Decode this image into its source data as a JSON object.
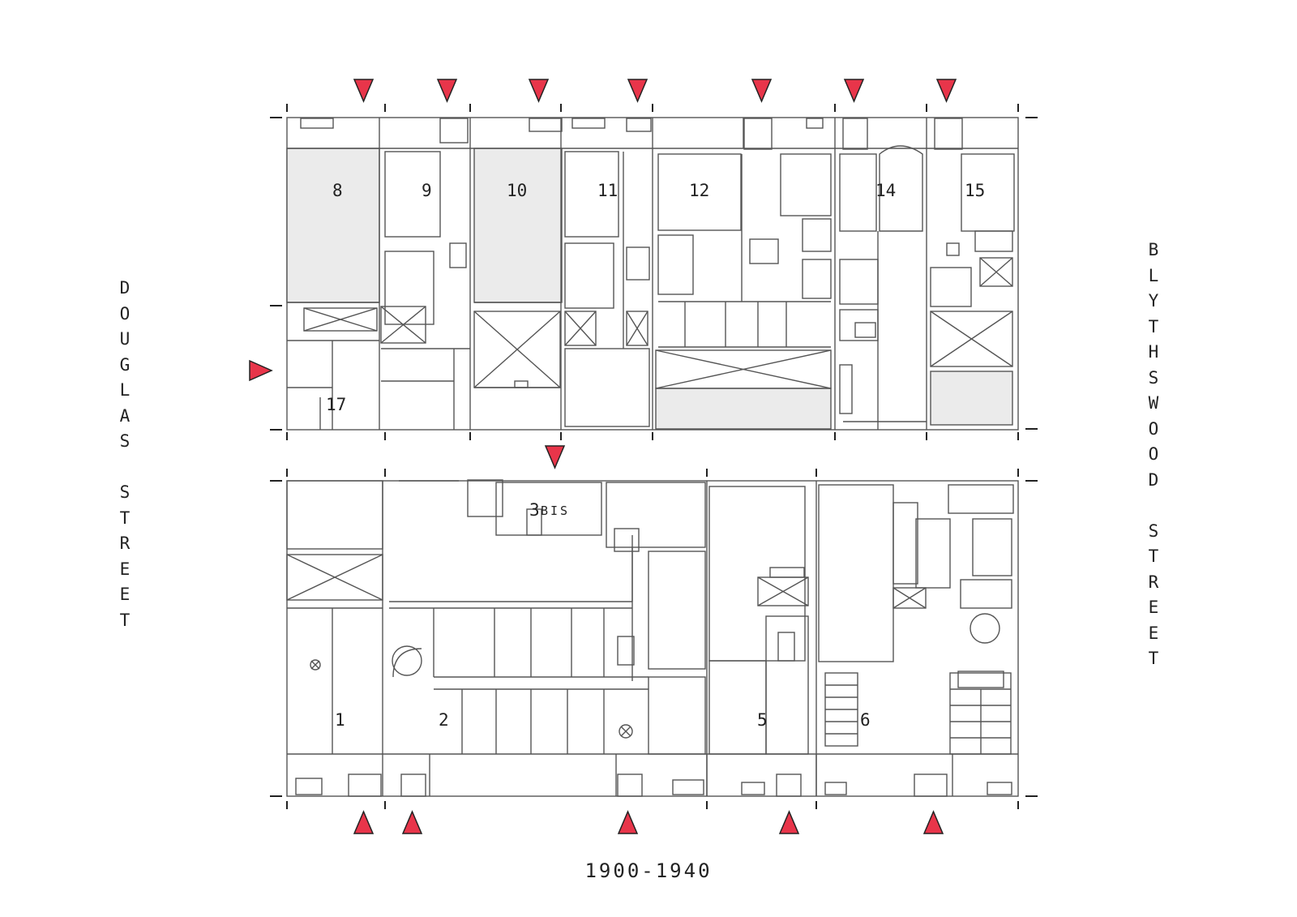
{
  "streets": {
    "left": "DOUGLAS STREET",
    "right": "BLYTHSWOOD STREET"
  },
  "period_label": "1900-1940",
  "buildings": {
    "top_row": [
      "8",
      "9",
      "10",
      "11",
      "12",
      "14",
      "15",
      "17"
    ],
    "bottom_row": [
      "1",
      "2",
      "3",
      "5",
      "6"
    ],
    "bis_suffix": "BIS"
  },
  "colors": {
    "entrance_marker": "#e8354a",
    "wall_line": "#555555",
    "shaded_room": "#ebebeb"
  },
  "legend_icons": {
    "entrance": "red-triangle-icon"
  }
}
